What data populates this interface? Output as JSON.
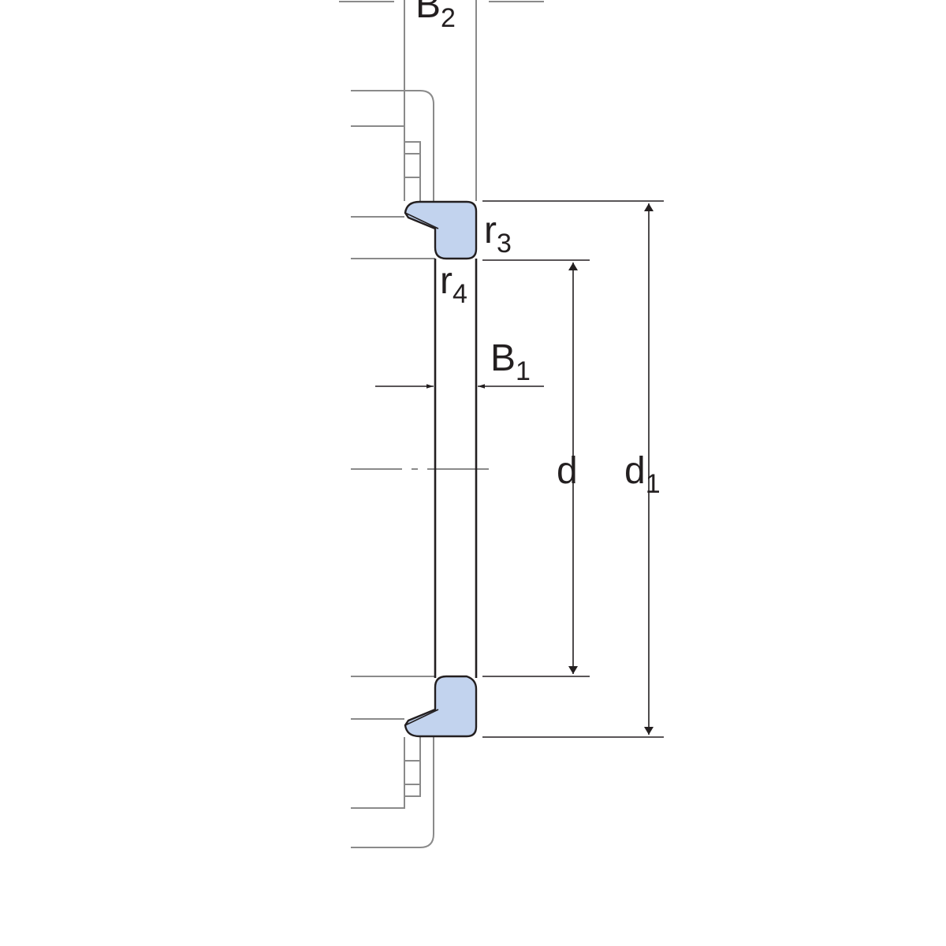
{
  "diagram": {
    "labels": {
      "B2": {
        "main": "B",
        "sub": "2"
      },
      "r3": {
        "main": "r",
        "sub": "3"
      },
      "r4": {
        "main": "r",
        "sub": "4"
      },
      "B1": {
        "main": "B",
        "sub": "1"
      },
      "d": {
        "main": "d"
      },
      "d1": {
        "main": "d",
        "sub": "1"
      }
    },
    "colors": {
      "ring_fill": "#c2d3ee",
      "line": "#231f20",
      "guide": "#8a8a8a"
    }
  }
}
